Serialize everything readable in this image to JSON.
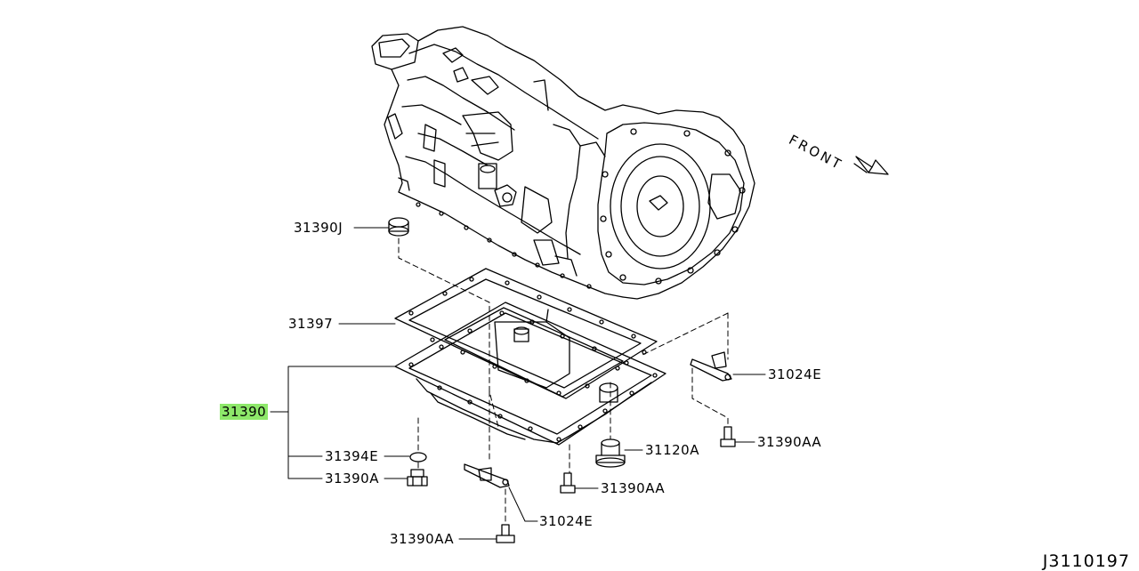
{
  "labels": {
    "p31390J": "31390J",
    "p31397": "31397",
    "p31390": "31390",
    "p31394E": "31394E",
    "p31390A": "31390A",
    "p31024E_right": "31024E",
    "p31390AA_right": "31390AA",
    "p31120A": "31120A",
    "p31390AA_mid": "31390AA",
    "p31024E_bottom": "31024E",
    "p31390AA_bottom": "31390AA"
  },
  "front_label": "FRONT",
  "reference_code": "J3110197",
  "highlight_color": "#8ee86a"
}
